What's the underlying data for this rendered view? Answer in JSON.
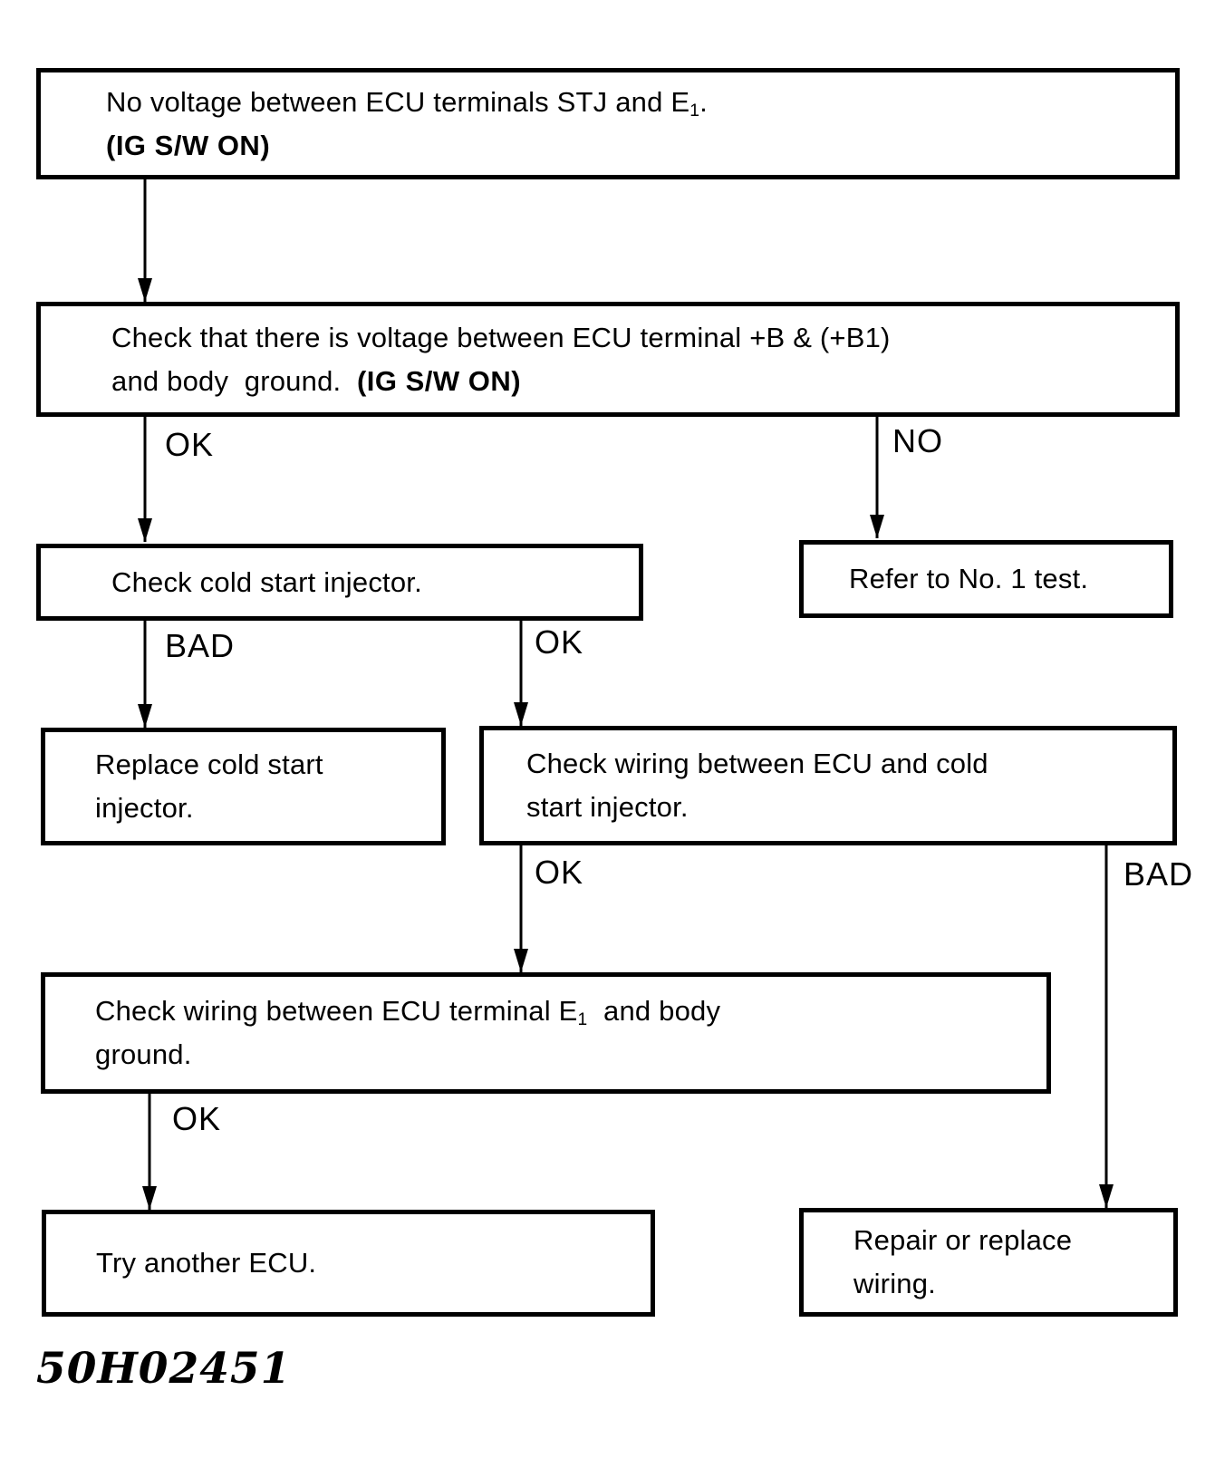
{
  "figure_code": "50H02451",
  "nodes": {
    "no_voltage": {
      "line1_main": "No voltage between ECU terminals STJ and E",
      "line1_subscript": "1",
      "line1_after_sub": ".",
      "line2_bold": "(IG S/W ON)"
    },
    "check_voltage": {
      "line1": "Check that there is voltage between ECU terminal +B & (+B1)",
      "line2": "and body  ground.  ",
      "line2_bold": "(IG S/W ON)"
    },
    "check_injector": {
      "text": "Check cold start injector."
    },
    "refer_test": {
      "text": "Refer to No. 1 test."
    },
    "replace_injector": {
      "line1": "Replace cold start",
      "line2": "injector."
    },
    "check_wiring_injector": {
      "line1": "Check wiring between ECU and cold",
      "line2": "start injector."
    },
    "check_wiring_ground": {
      "line1_before_sub": "Check wiring between ECU terminal E",
      "line1_subscript": "1",
      "line1_after_sub": "  and body",
      "line2": "ground."
    },
    "try_ecu": {
      "text": "Try another ECU."
    },
    "repair_wiring": {
      "line1": "Repair or replace",
      "line2": "wiring."
    }
  },
  "edge_labels": {
    "check_voltage_ok": "OK",
    "check_voltage_no": "NO",
    "check_injector_bad": "BAD",
    "check_injector_ok": "OK",
    "check_wiring_injector_ok": "OK",
    "check_wiring_injector_bad": "BAD",
    "check_wiring_ground_ok": "OK"
  },
  "colors": {
    "ink": "#000000",
    "paper": "#ffffff"
  }
}
